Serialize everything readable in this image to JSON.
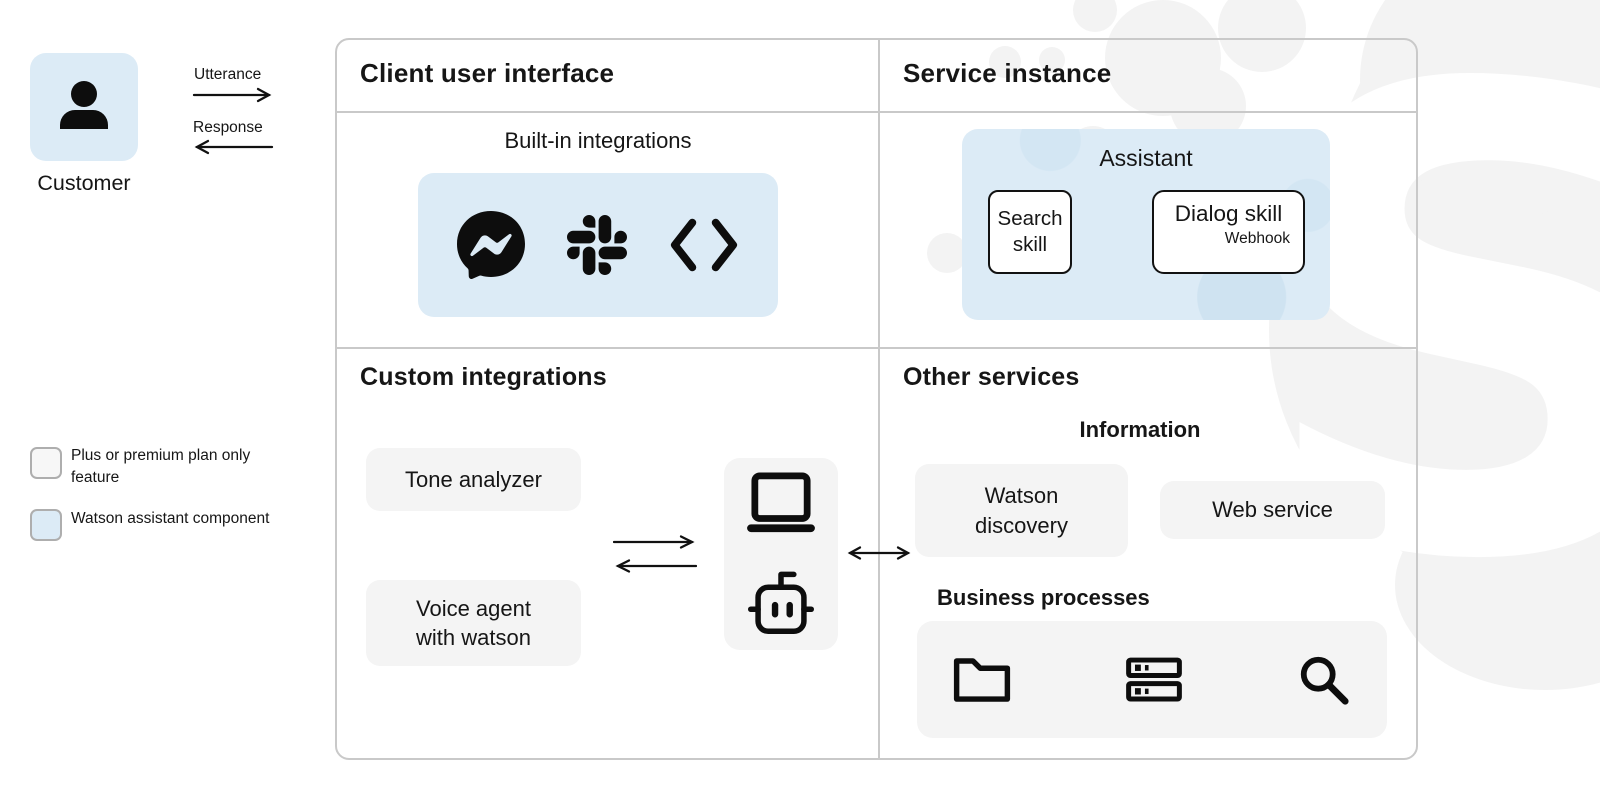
{
  "colors": {
    "accent_blue": "#dcebf6",
    "box_gray": "#f4f4f4",
    "border_gray": "#c9c9c9",
    "ink": "#161616",
    "watermark_gray": "#f3f3f3"
  },
  "customer": {
    "label": "Customer",
    "icon": "person-icon",
    "utterance_label": "Utterance",
    "response_label": "Response"
  },
  "legend": {
    "items": [
      {
        "swatch": "plain",
        "label": "Plus or premium plan only feature"
      },
      {
        "swatch": "blue",
        "label": "Watson assistant component"
      }
    ]
  },
  "panel": {
    "client_ui": {
      "title": "Client user interface",
      "subtitle": "Built-in integrations",
      "icons": [
        "messenger-icon",
        "slack-icon",
        "code-icon"
      ]
    },
    "service_instance": {
      "title": "Service instance",
      "assistant": {
        "label": "Assistant",
        "search_skill": "Search skill",
        "dialog_skill": "Dialog skill",
        "dialog_sublabel": "Webhook"
      }
    },
    "custom_integrations": {
      "title": "Custom integrations",
      "tone_box": "Tone analyzer",
      "voice_box": "Voice agent with watson",
      "device_icons": [
        "laptop-icon",
        "robot-icon"
      ]
    },
    "other_services": {
      "title": "Other services",
      "information": {
        "label": "Information",
        "discovery_box": "Watson discovery",
        "web_box": "Web service"
      },
      "business": {
        "label": "Business processes",
        "icons": [
          "folder-icon",
          "server-icon",
          "search-icon"
        ]
      }
    }
  },
  "watermark": {
    "letter": "S"
  }
}
